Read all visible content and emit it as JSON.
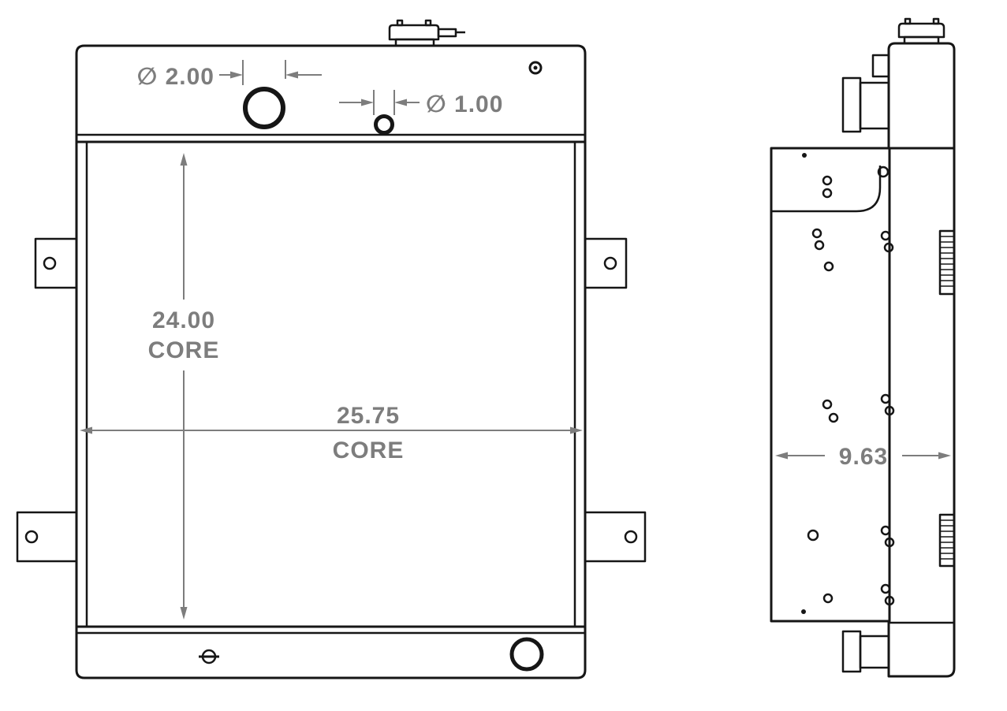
{
  "drawing": {
    "type": "radiator-engineering-drawing",
    "colors": {
      "line": "#161616",
      "dimension": "#7d7d7d",
      "background": "#ffffff"
    },
    "front_view": {
      "large_hole_dia": "∅ 2.00",
      "small_hole_dia": "∅ 1.00",
      "core_height_value": "24.00",
      "core_height_label": "CORE",
      "core_width_value": "25.75",
      "core_width_label": "CORE"
    },
    "side_view": {
      "depth_value": "9.63"
    }
  }
}
